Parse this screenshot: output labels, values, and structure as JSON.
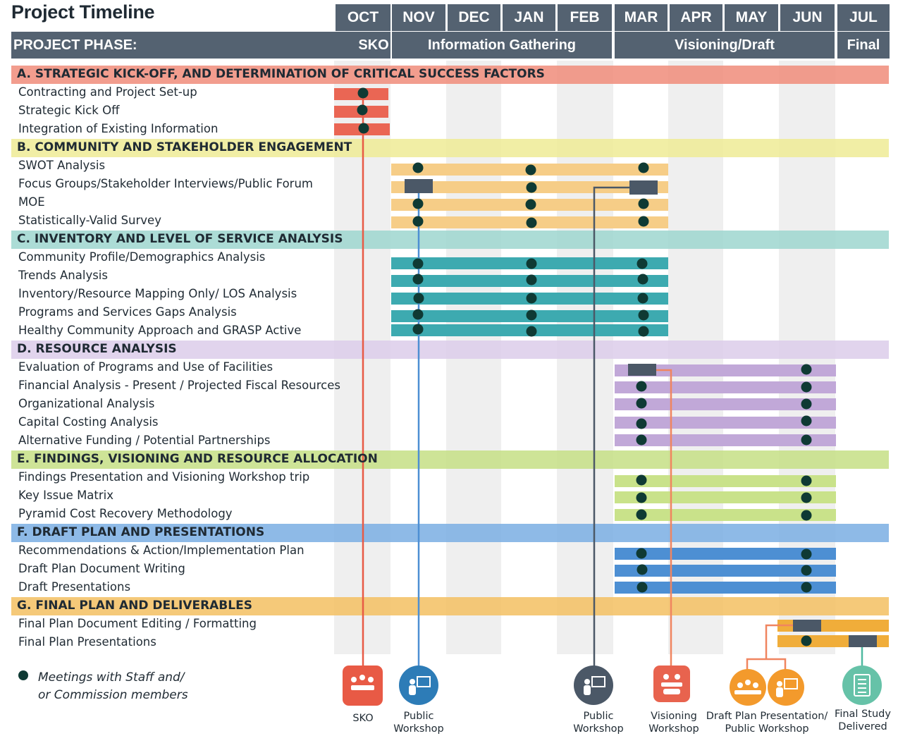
{
  "title": "Project Timeline",
  "months": [
    "OCT",
    "NOV",
    "DEC",
    "JAN",
    "FEB",
    "MAR",
    "APR",
    "MAY",
    "JUN",
    "JUL"
  ],
  "phase_row": {
    "label": "PROJECT PHASE:",
    "phases": [
      "SKO",
      "Information Gathering",
      "Visioning/Draft",
      "Final"
    ]
  },
  "sections": [
    {
      "title": "A. STRATEGIC KICK-OFF, AND DETERMINATION OF CRITICAL SUCCESS FACTORS",
      "color": "#f08c7a",
      "tasks": [
        "Contracting and Project Set-up",
        "Strategic Kick Off",
        "Integration of Existing Information"
      ],
      "bar_color": "#ea6654"
    },
    {
      "title": "B. COMMUNITY AND STAKEHOLDER ENGAGEMENT",
      "color": "#efeb95",
      "tasks": [
        "SWOT Analysis",
        "Focus Groups/Stakeholder Interviews/Public Forum",
        "MOE",
        "Statistically-Valid Survey"
      ],
      "bar_color": "#f6cd87"
    },
    {
      "title": "C. INVENTORY AND LEVEL OF SERVICE ANALYSIS",
      "color": "#9ed6cf",
      "tasks": [
        "Community Profile/Demographics Analysis",
        "Trends Analysis",
        "Inventory/Resource Mapping Only/ LOS Analysis",
        "Programs and Services Gaps Analysis",
        "Healthy Community Approach and GRASP Active"
      ],
      "bar_color": "#3daab0"
    },
    {
      "title": "D. RESOURCE ANALYSIS",
      "color": "#dcccea",
      "tasks": [
        "Evaluation of Programs and Use of Facilities",
        "Financial Analysis - Present / Projected Fiscal Resources",
        "Organizational Analysis",
        "Capital Costing Analysis",
        "Alternative Funding  / Potential Partnerships"
      ],
      "bar_color": "#c1a8d8"
    },
    {
      "title": "E. FINDINGS, VISIONING AND RESOURCE ALLOCATION",
      "color": "#c5df85",
      "tasks": [
        "Findings Presentation and Visioning Workshop trip",
        "Key Issue Matrix",
        "Pyramid Cost Recovery Methodology"
      ],
      "bar_color": "#c9e28a"
    },
    {
      "title": "F. DRAFT PLAN AND PRESENTATIONS",
      "color": "#7aaee3",
      "tasks": [
        "Recommendations & Action/Implementation Plan",
        "Draft Plan Document Writing",
        "Draft Presentations"
      ],
      "bar_color": "#4d8fd3"
    },
    {
      "title": "G. FINAL PLAN AND DELIVERABLES",
      "color": "#f3bf62",
      "tasks": [
        "Final Plan Document Editing / Formatting",
        "Final Plan Presentations"
      ],
      "bar_color": "#f0ad3a"
    }
  ],
  "legend": {
    "text": "Meetings with Staff and/\nor Commission members"
  },
  "workshops": [
    {
      "label": "SKO",
      "icon": "meeting-table-icon",
      "color": "#e85a45"
    },
    {
      "label": "Public\nWorkshop",
      "icon": "presentation-icon",
      "color": "#2d7cb7"
    },
    {
      "label": "Public\nWorkshop",
      "icon": "presentation-icon",
      "color": "#4b5867"
    },
    {
      "label": "Visioning\nWorkshop",
      "icon": "team-icon",
      "color": "#e8634e"
    },
    {
      "label": "Draft Plan Presentation/\nPublic Workshop",
      "icon": "group-presentation-icon",
      "color": "#f39a2c"
    },
    {
      "label": "Final Study\nDelivered",
      "icon": "document-icon",
      "color": "#66c2a8"
    }
  ],
  "colors": {
    "header": "#546271",
    "dot": "#0f3a34",
    "marker": "#4b5867",
    "column_shade": "#efefef"
  }
}
